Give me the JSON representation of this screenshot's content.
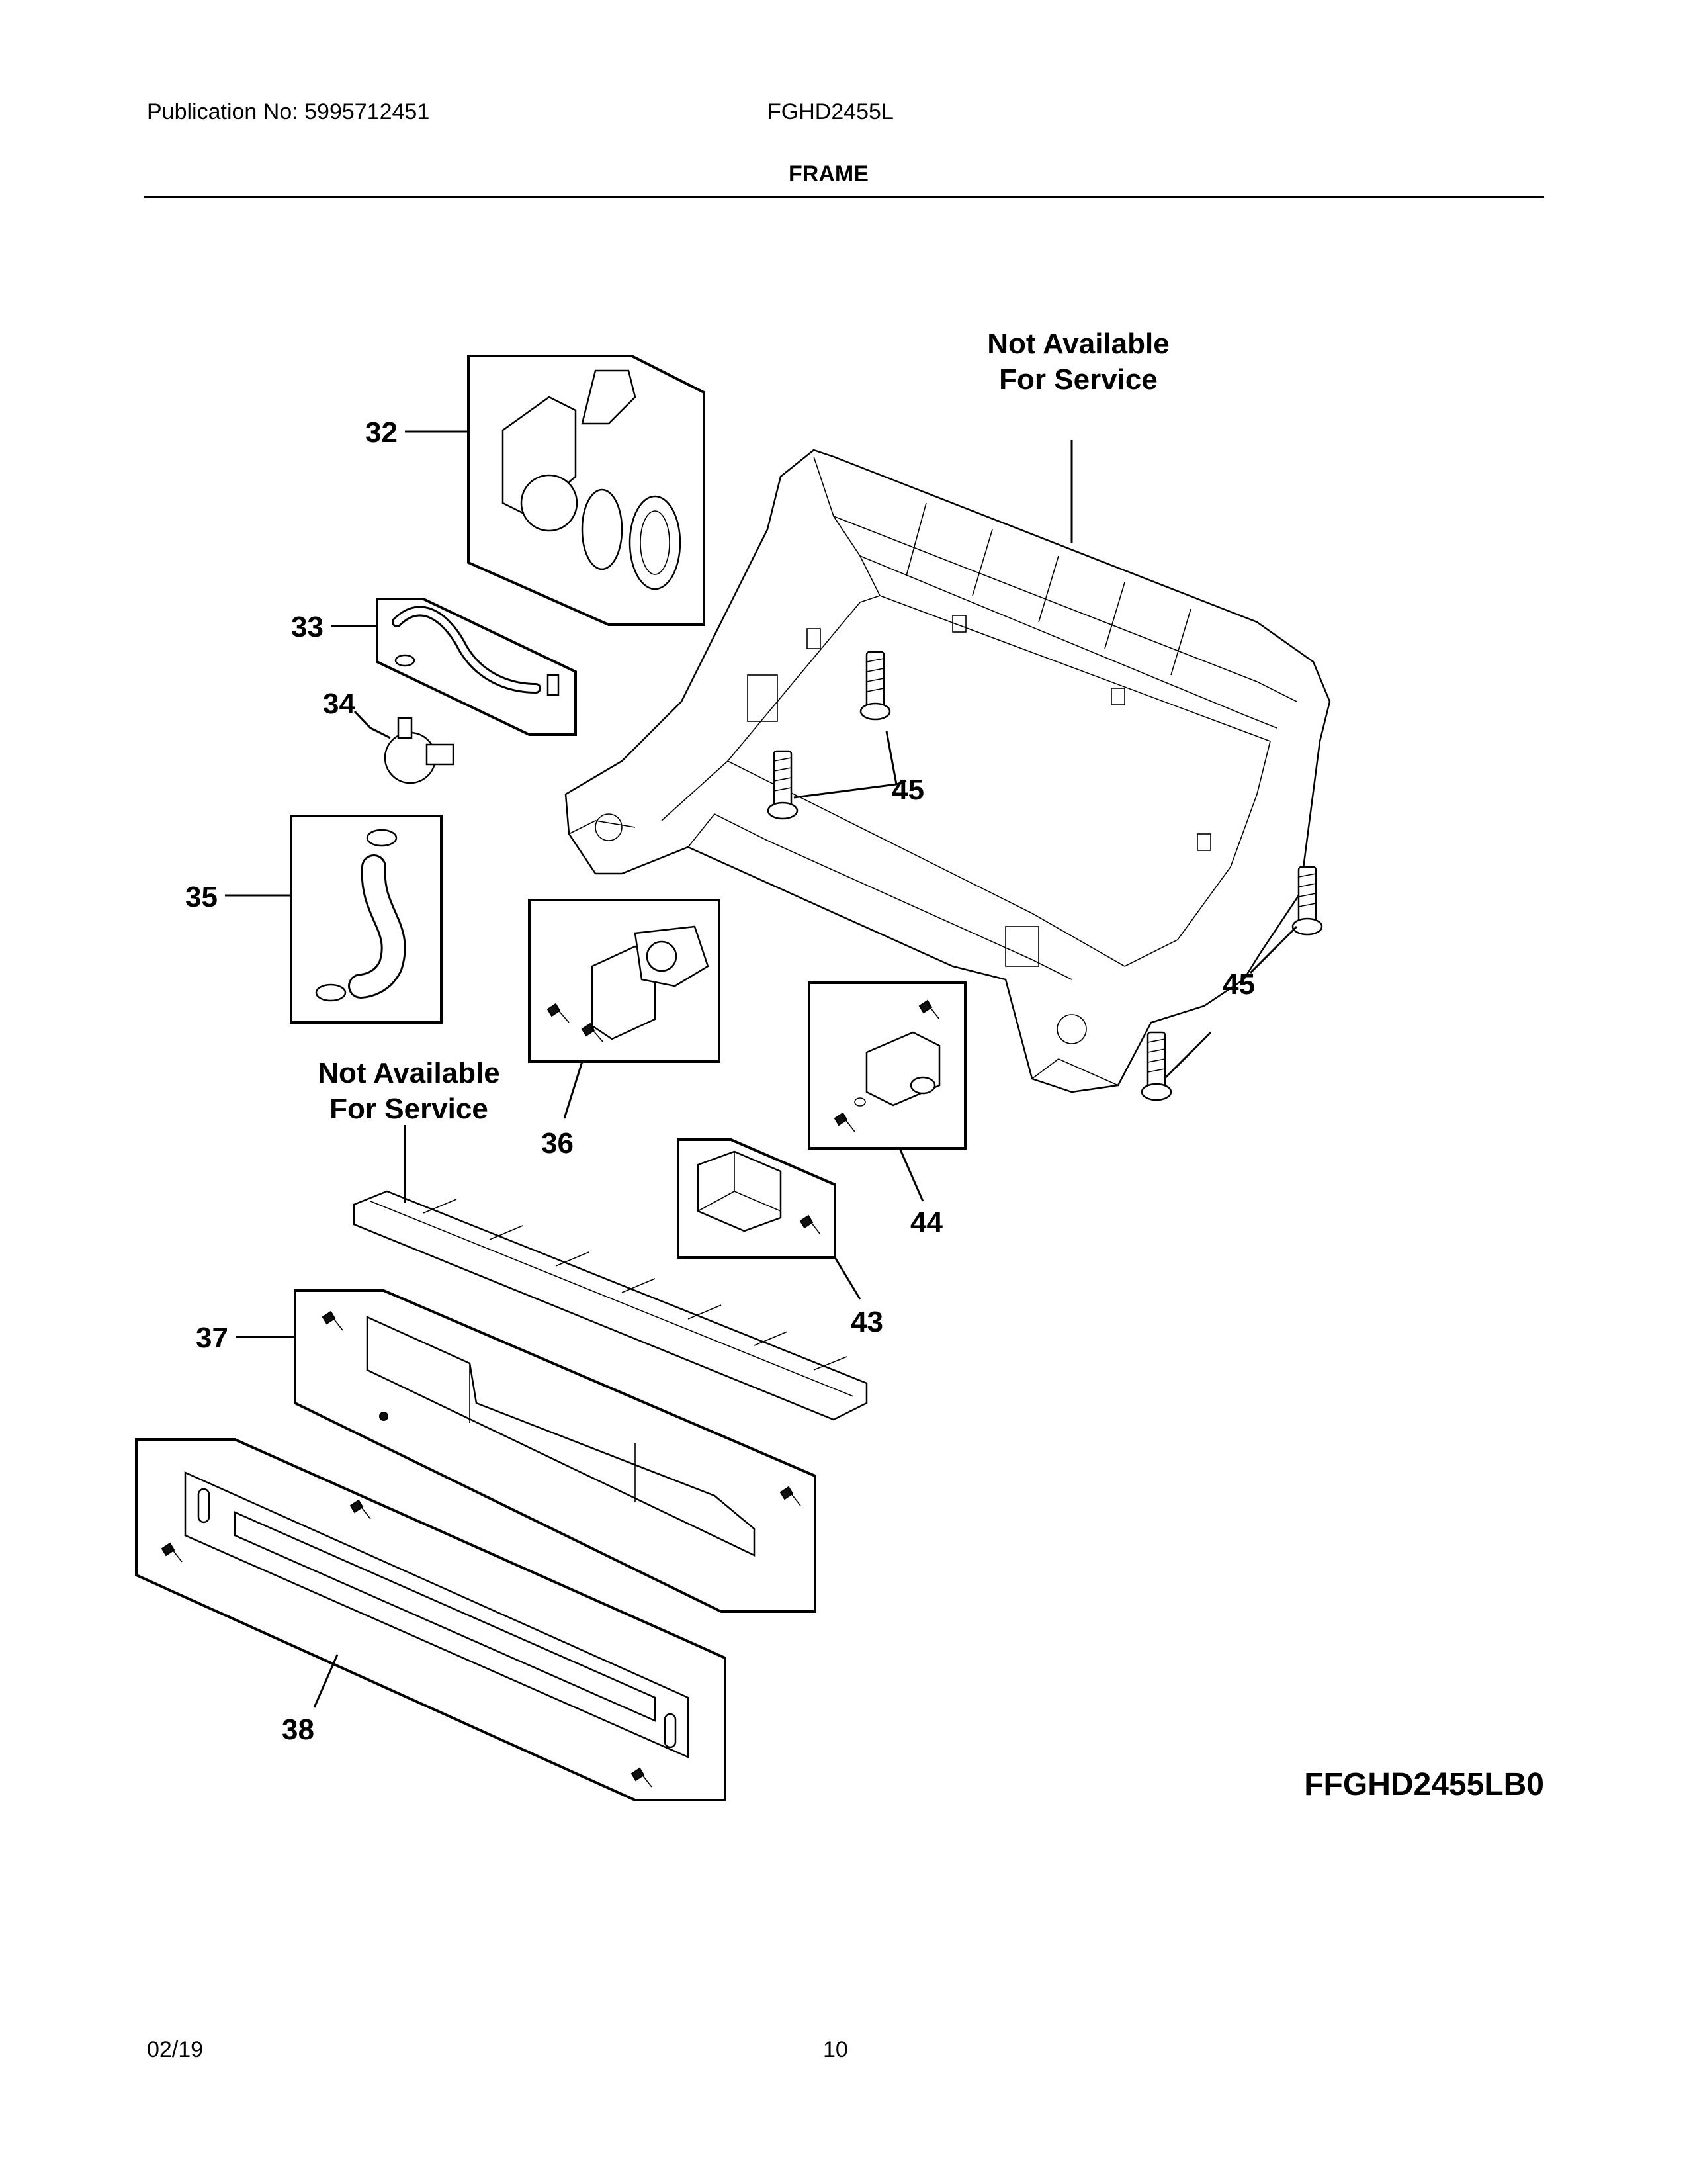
{
  "header": {
    "publication": "Publication No: 5995712451",
    "model": "FGHD2455L",
    "section_title": "FRAME"
  },
  "diagram": {
    "not_available_top": [
      "Not Available",
      "For Service"
    ],
    "not_available_left": [
      "Not Available",
      "For Service"
    ],
    "callouts": {
      "c32": "32",
      "c33": "33",
      "c34": "34",
      "c35": "35",
      "c36": "36",
      "c37": "37",
      "c38": "38",
      "c43": "43",
      "c44": "44",
      "c45a": "45",
      "c45b": "45"
    },
    "diagram_code": "FFGHD2455LB0"
  },
  "footer": {
    "date": "02/19",
    "page_number": "10"
  }
}
